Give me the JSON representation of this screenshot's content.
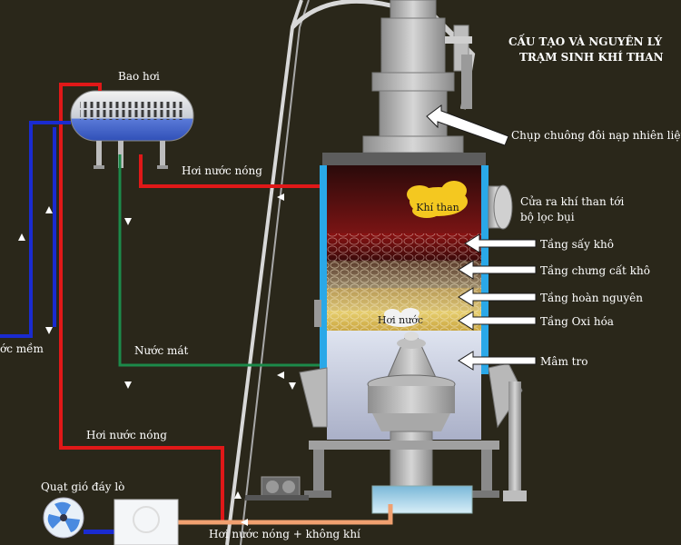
{
  "title": {
    "line1": "CẤU TẠO VÀ NGUYÊN LÝ",
    "line2": "TRẠM SINH KHÍ THAN"
  },
  "labels": {
    "bao_hoi": "Bao hơi",
    "hoi_nuoc_nong_top": "Hơi nước nóng",
    "hoi_nuoc_nong_mid": "Hơi nước nóng",
    "hoi_nuoc_nong_khong_khi": "Hơi nước nóng + không khí",
    "nuoc_mat": "Nước mát",
    "nuoc_mem": "ớc mềm",
    "quat_gio": "Quạt gió đáy lò",
    "khi_than": "Khí than",
    "hoi_nuoc_cloud": "Hơi nước"
  },
  "callouts": {
    "chup_chuong": "Chụp chuông đôi nạp nhiên liệu",
    "cua_ra_line1": "Cửa ra khí than tới",
    "cua_ra_line2": "bộ lọc bụi",
    "tang_say": "Tầng sấy khô",
    "tang_chung": "Tầng chưng cất khô",
    "tang_hoan": "Tầng hoàn nguyên",
    "tang_oxi": "Tầng Oxi hóa",
    "mam_tro": "Mâm tro"
  },
  "colors": {
    "background": "#2a271a",
    "steam_pipe": "#e01818",
    "cool_water_pipe": "#1c8a4a",
    "soft_water_pipe": "#1a2bd0",
    "jacket": "#2aa8e8",
    "air_pipe": "#f0a070"
  }
}
